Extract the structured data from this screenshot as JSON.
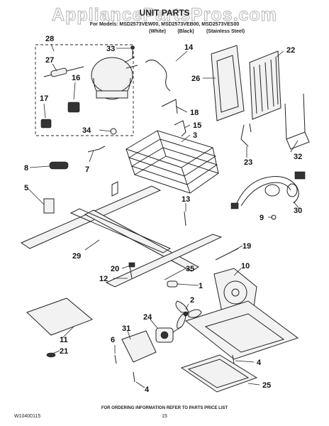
{
  "watermark": "AppliancePartsPros.com",
  "title": "UNIT PARTS",
  "model_line": "For Models: MSD2573VEW00, MSD2573VEB00, MSD2573VES00",
  "color_variants": [
    "(White)",
    "(Black)",
    "(Stainless Steel)"
  ],
  "callouts": {
    "c1": "1",
    "c2": "2",
    "c3": "3",
    "c4a": "4",
    "c4b": "4",
    "c5": "5",
    "c6": "6",
    "c7": "7",
    "c8": "8",
    "c9": "9",
    "c10": "10",
    "c11": "11",
    "c12": "12",
    "c13": "13",
    "c14": "14",
    "c15": "15",
    "c16": "16",
    "c17": "17",
    "c18": "18",
    "c19": "19",
    "c20": "20",
    "c21": "21",
    "c22": "22",
    "c23": "23",
    "c24": "24",
    "c25": "25",
    "c26": "26",
    "c27": "27",
    "c28": "28",
    "c29": "29",
    "c30": "30",
    "c31": "31",
    "c32": "32",
    "c33": "33",
    "c34": "34",
    "c35": "35"
  },
  "footer": {
    "doc_id": "W10400115",
    "page": "15",
    "note": "FOR ORDERING INFORMATION REFER TO PARTS PRICE LIST"
  }
}
